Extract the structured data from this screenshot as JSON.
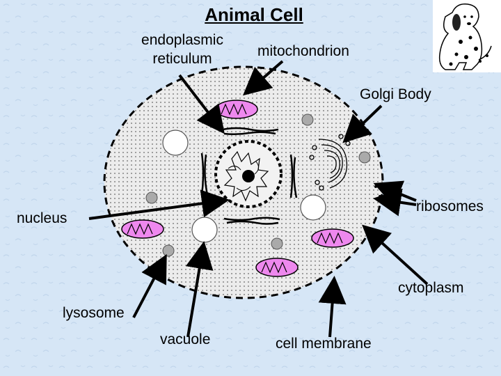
{
  "title": "Animal Cell",
  "labels": {
    "endoplasmic_reticulum": [
      "endoplasmic",
      "reticulum"
    ],
    "mitochondrion": "mitochondrion",
    "golgi_body": "Golgi Body",
    "ribosomes": "ribosomes",
    "nucleus": "nucleus",
    "cytoplasm": "cytoplasm",
    "lysosome": "lysosome",
    "vacuole": "vacuole",
    "cell_membrane": "cell membrane"
  },
  "colors": {
    "background": "#d6e6f6",
    "cytoplasm_fill": "#e9e9e9",
    "mitochondrion_fill": "#ee88ee",
    "nucleus_ring": "#111111"
  },
  "icons": {
    "dog_picture": "dalmatian-dog-clipart"
  }
}
